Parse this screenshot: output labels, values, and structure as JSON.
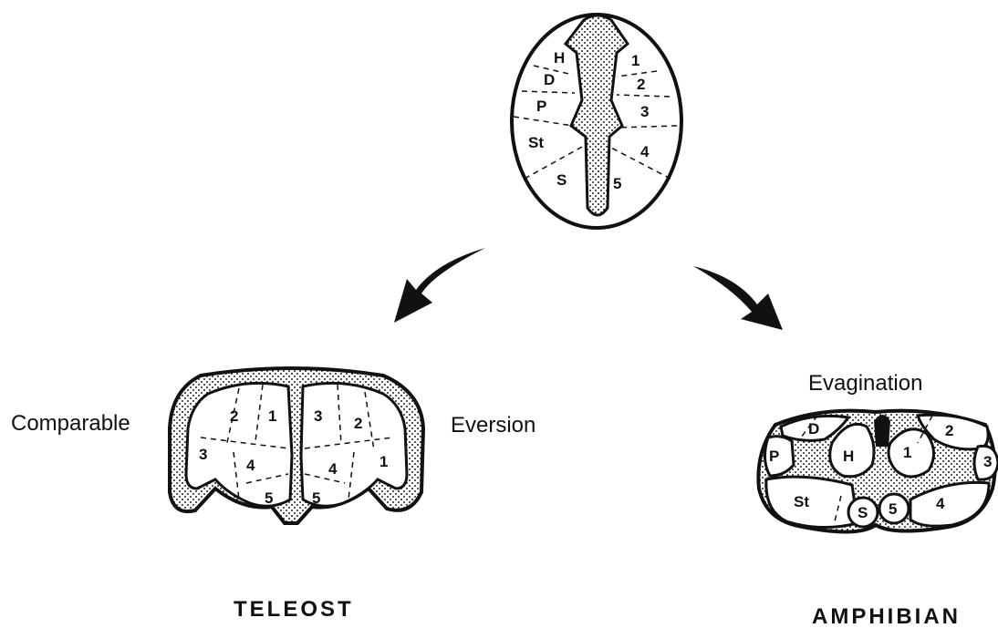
{
  "top_section": {
    "left_labels": [
      "H",
      "D",
      "P",
      "St",
      "S"
    ],
    "right_labels": [
      "1",
      "2",
      "3",
      "4",
      "5"
    ]
  },
  "teleost": {
    "title": "TELEOST",
    "left_caption": "Comparable",
    "right_caption": "Eversion",
    "left_labels": [
      "2",
      "1",
      "3",
      "4",
      "5"
    ],
    "right_labels": [
      "3",
      "2",
      "1",
      "4",
      "5"
    ]
  },
  "amphibian": {
    "title": "AMPHIBIAN",
    "caption": "Evagination",
    "left_labels": [
      "D",
      "P",
      "H",
      "St",
      "S"
    ],
    "right_labels": [
      "1",
      "2",
      "3",
      "5",
      "4"
    ]
  }
}
